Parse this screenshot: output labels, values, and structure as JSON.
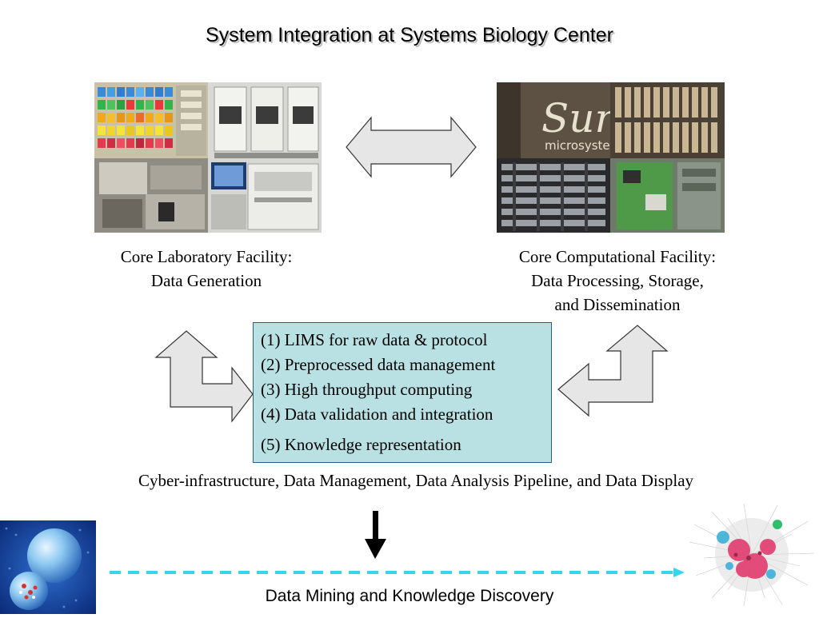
{
  "title": "System Integration at Systems Biology Center",
  "lab_facility": {
    "line1": "Core Laboratory Facility:",
    "line2": "Data Generation"
  },
  "comp_facility": {
    "line1": "Core Computational Facility:",
    "line2": "Data Processing, Storage,",
    "line3": "and Dissemination",
    "photo_logo_text": "Sun",
    "photo_logo_subtext": "microsystems"
  },
  "center_items": [
    "(1) LIMS for raw data & protocol",
    "(2) Preprocessed data management",
    "(3) High throughput computing",
    "(4) Data validation and integration",
    "(5) Knowledge representation"
  ],
  "pipeline_text": "Cyber-infrastructure, Data Management, Data Analysis Pipeline, and Data Display",
  "footer_text": "Data Mining and Knowledge Discovery",
  "colors": {
    "center_box_fill": "#b9e0e2",
    "center_box_border": "#2d5d7a",
    "arrow_fill": "#e6e6e6",
    "dashed_arrow": "#35d6ec"
  }
}
